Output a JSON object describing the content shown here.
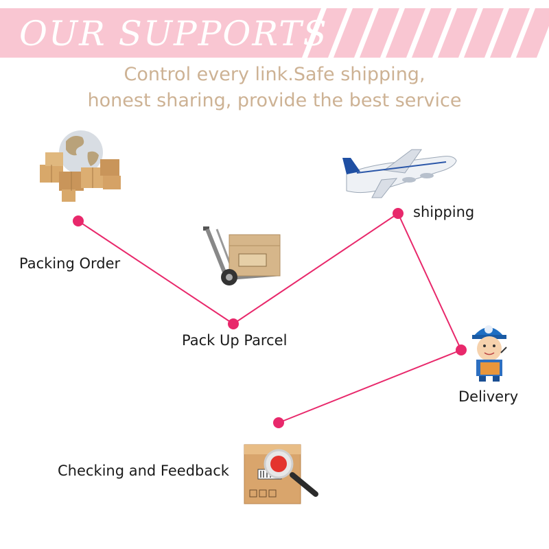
{
  "header": {
    "title": "OUR SUPPORTS",
    "colors": {
      "banner": "#f9c6d2",
      "stripe": "#f7a9bd",
      "text": "#ffffff"
    }
  },
  "tagline": {
    "line1": "Control every link.Safe shipping,",
    "line2": "honest sharing, provide the best service",
    "color": "#cdb294"
  },
  "steps": {
    "packing_order": {
      "label": "Packing Order",
      "icon": "globe-boxes-icon"
    },
    "pack_up_parcel": {
      "label": "Pack Up Parcel",
      "icon": "hand-truck-icon"
    },
    "shipping": {
      "label": "shipping",
      "icon": "airplane-icon"
    },
    "delivery": {
      "label": "Delivery",
      "icon": "courier-icon"
    },
    "checking_feedback": {
      "label": "Checking and Feedback",
      "icon": "inspection-box-icon"
    }
  },
  "route": {
    "line_color": "#e8286b",
    "dot_color": "#e8286b"
  }
}
